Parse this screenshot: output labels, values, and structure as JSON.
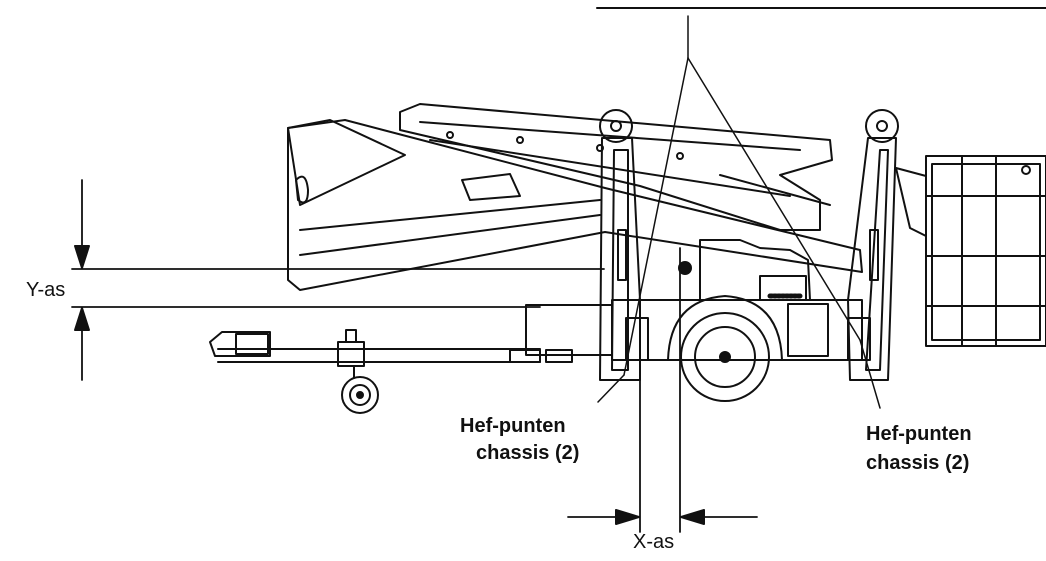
{
  "labels": {
    "y_axis": "Y-as",
    "x_axis": "X-as",
    "lift_points_left": {
      "line1": "Hef-punten",
      "line2": "chassis (2)"
    },
    "lift_points_right": {
      "line1": "Hef-punten",
      "line2": "chassis (2)"
    }
  },
  "colors": {
    "line": "#111111",
    "background": "#ffffff"
  }
}
